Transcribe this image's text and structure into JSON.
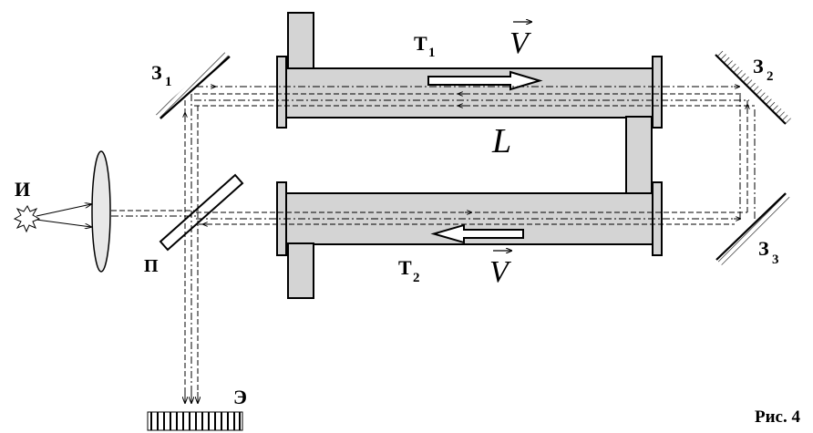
{
  "labels": {
    "source": "И",
    "splitter": "П",
    "mirror1": "З",
    "mirror1_sub": "1",
    "mirror2": "З",
    "mirror2_sub": "2",
    "mirror3": "З",
    "mirror3_sub": "3",
    "tube1": "Т",
    "tube1_sub": "1",
    "tube2": "Т",
    "tube2_sub": "2",
    "velocity": "V",
    "length": "L",
    "screen": "Э"
  },
  "caption": "Рис. 4",
  "colors": {
    "tube_fill": "#d4d4d4",
    "line": "#000000",
    "lens_fill": "#e8e8e8"
  }
}
